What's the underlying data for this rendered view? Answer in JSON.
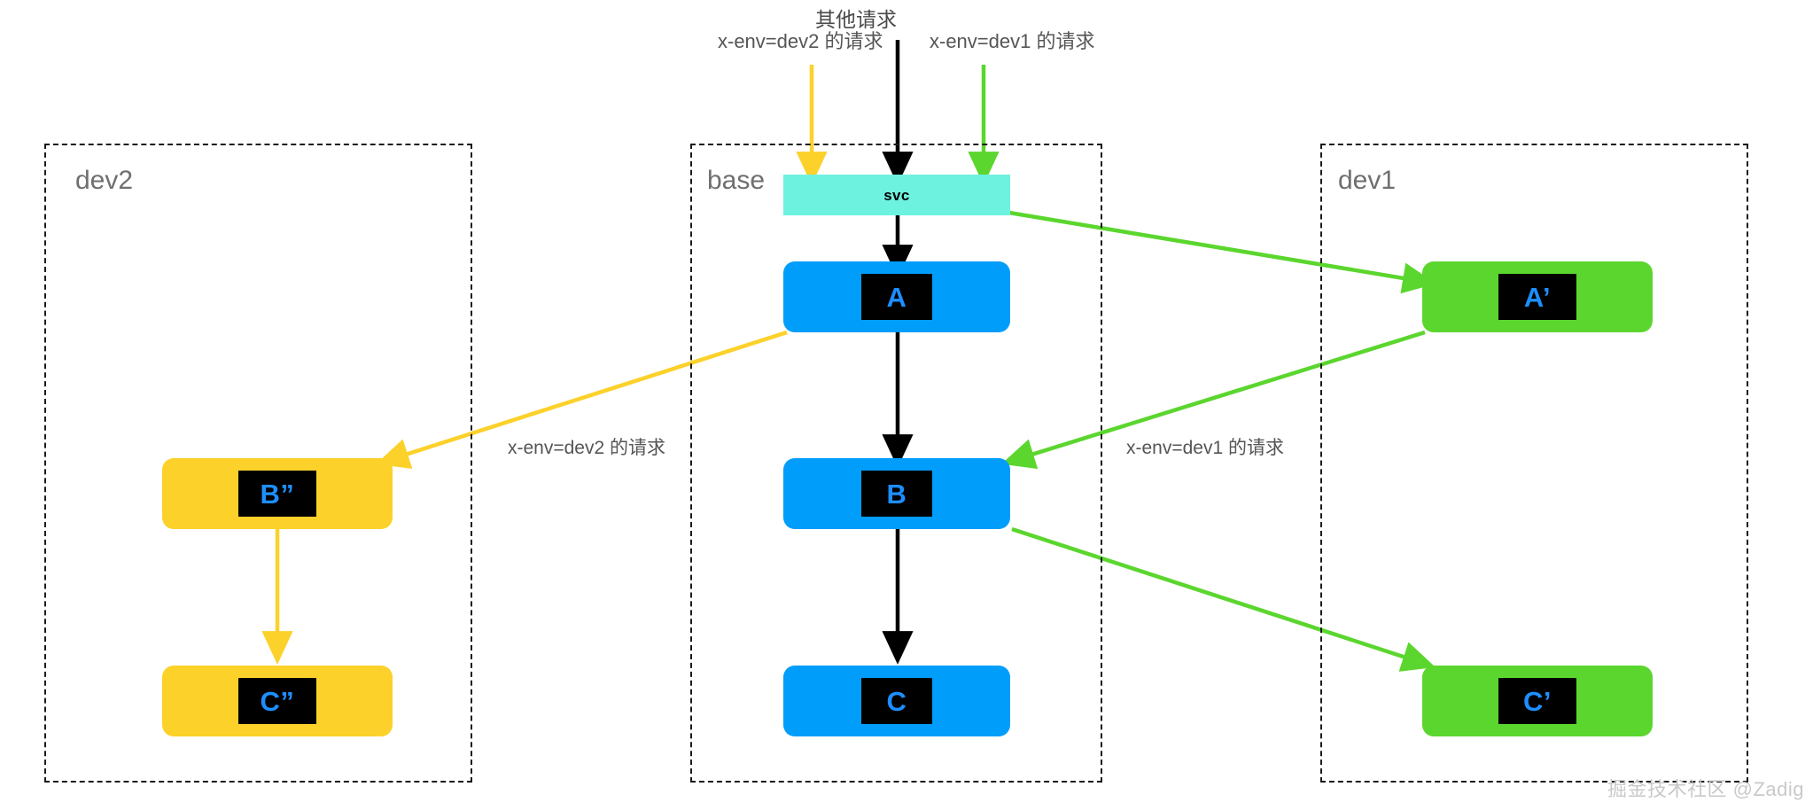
{
  "diagram": {
    "title_caption": "其他请求",
    "environments": [
      {
        "id": "dev2",
        "label": "dev2"
      },
      {
        "id": "base",
        "label": "base"
      },
      {
        "id": "dev1",
        "label": "dev1"
      }
    ],
    "ingress_captions": [
      {
        "id": "dev2-ingress",
        "text": "x-env=dev2 的请求",
        "color": "#fcd12a"
      },
      {
        "id": "other-ingress",
        "text": "其他请求",
        "color": "#000000"
      },
      {
        "id": "dev1-ingress",
        "text": "x-env=dev1 的请求",
        "color": "#5bd62e"
      }
    ],
    "edge_captions": [
      {
        "id": "edge-label-dev2",
        "text": "x-env=dev2 的请求"
      },
      {
        "id": "edge-label-dev1",
        "text": "x-env=dev1 的请求"
      }
    ],
    "nodes": [
      {
        "id": "svc",
        "label": "svc",
        "env": "base",
        "color": "#6ef2e0"
      },
      {
        "id": "base-a",
        "label": "A",
        "env": "base",
        "color": "#009dfa"
      },
      {
        "id": "base-b",
        "label": "B",
        "env": "base",
        "color": "#009dfa"
      },
      {
        "id": "base-c",
        "label": "C",
        "env": "base",
        "color": "#009dfa"
      },
      {
        "id": "dev1-a",
        "label": "A’",
        "env": "dev1",
        "color": "#5bd62e"
      },
      {
        "id": "dev1-c",
        "label": "C’",
        "env": "dev1",
        "color": "#5bd62e"
      },
      {
        "id": "dev2-b",
        "label": "B”",
        "env": "dev2",
        "color": "#fcd12a"
      },
      {
        "id": "dev2-c",
        "label": "C”",
        "env": "dev2",
        "color": "#fcd12a"
      }
    ],
    "colors": {
      "base_node": "#009dfa",
      "dev1_node": "#5bd62e",
      "dev2_node": "#fcd12a",
      "svc_bar": "#6ef2e0",
      "node_chip": "#000000",
      "node_text": "#1d8eff",
      "container_border": "#1a1a1a",
      "caption_text": "#555555",
      "env_label": "#6f6f6f"
    },
    "watermark": "掘金技术社区 @Zadig"
  }
}
